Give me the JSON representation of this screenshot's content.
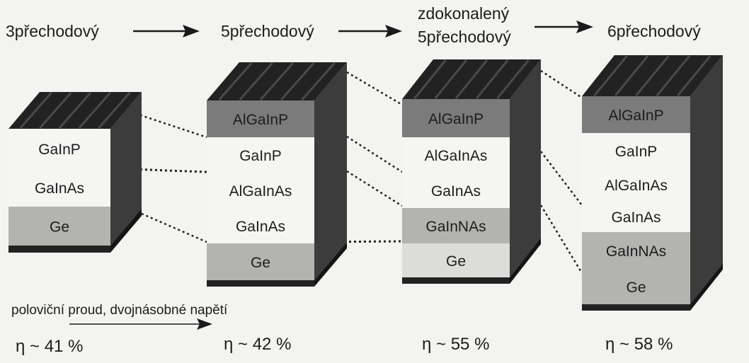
{
  "stages": [
    {
      "id": "s1",
      "label_lines": [
        "3přechodový"
      ],
      "efficiency": "η ~ 41 %",
      "layers": [
        {
          "name": "GaInP",
          "shade": "light"
        },
        {
          "name": "GaInAs",
          "shade": "light"
        },
        {
          "name": "Ge",
          "shade": "mid"
        }
      ]
    },
    {
      "id": "s2",
      "label_lines": [
        "5přechodový"
      ],
      "efficiency": "η ~ 42 %",
      "layers": [
        {
          "name": "AlGaInP",
          "shade": "dark"
        },
        {
          "name": "GaInP",
          "shade": "light"
        },
        {
          "name": "AlGaInAs",
          "shade": "light"
        },
        {
          "name": "GaInAs",
          "shade": "light"
        },
        {
          "name": "Ge",
          "shade": "mid"
        }
      ]
    },
    {
      "id": "s3",
      "label_lines": [
        "zdokonalený",
        "5přechodový"
      ],
      "efficiency": "η ~ 55 %",
      "layers": [
        {
          "name": "AlGaInP",
          "shade": "dark"
        },
        {
          "name": "AlGaInAs",
          "shade": "light"
        },
        {
          "name": "GaInAs",
          "shade": "light"
        },
        {
          "name": "GaInNAs",
          "shade": "mid"
        },
        {
          "name": "Ge",
          "shade": "light2"
        }
      ]
    },
    {
      "id": "s4",
      "label_lines": [
        "6přechodový"
      ],
      "efficiency": "η ~ 58 %",
      "layers": [
        {
          "name": "AlGaInP",
          "shade": "dark"
        },
        {
          "name": "GaInP",
          "shade": "light"
        },
        {
          "name": "AlGaInAs",
          "shade": "light"
        },
        {
          "name": "GaInAs",
          "shade": "light"
        },
        {
          "name": "GaInNAs",
          "shade": "mid"
        },
        {
          "name": "Ge",
          "shade": "mid"
        }
      ]
    }
  ],
  "note": "poloviční proud, dvojnásobné napětí",
  "colors": {
    "light": "#f5f5f3",
    "light2": "#dcdcda",
    "mid": "#b3b3b1",
    "dark": "#7b7b7b",
    "side": "#3c3c3c",
    "top": "#222222",
    "ink": "#1a1a1a"
  }
}
